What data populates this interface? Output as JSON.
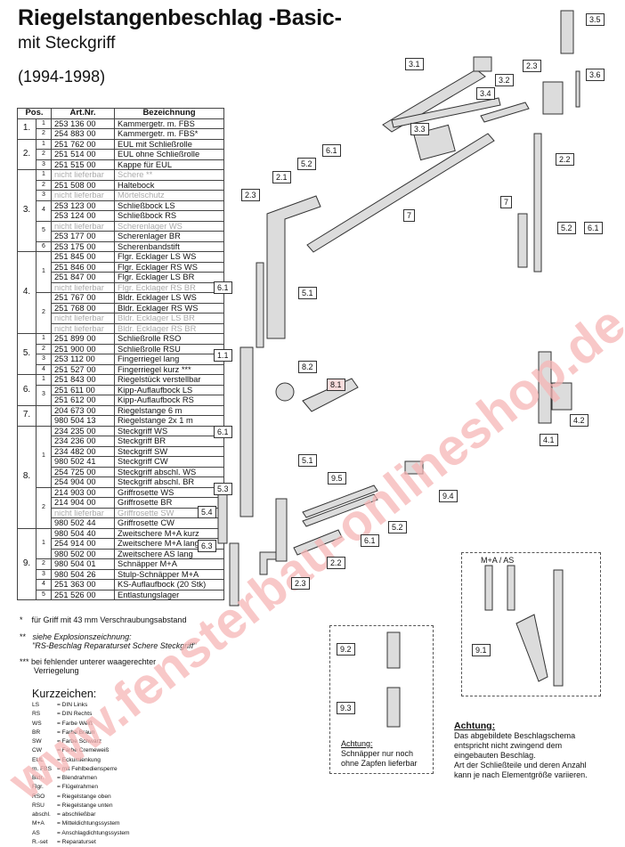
{
  "header": {
    "title": "Riegelstangenbeschlag -Basic-",
    "subtitle": "mit Steckgriff",
    "years": "(1994-1998)"
  },
  "table": {
    "headers": [
      "Pos.",
      "Art.Nr.",
      "Bezeichnung"
    ],
    "rows": [
      {
        "pos": "1.",
        "sub": "1",
        "art": "253 136 00",
        "bez": "Kammergetr. m. FBS",
        "grey": false
      },
      {
        "pos": "",
        "sub": "2",
        "art": "254 883 00",
        "bez": "Kammergetr. m. FBS*",
        "grey": false
      },
      {
        "pos": "2.",
        "sub": "1",
        "art": "251 762 00",
        "bez": "EUL mit Schließrolle",
        "grey": false
      },
      {
        "pos": "",
        "sub": "2",
        "art": "251 514 00",
        "bez": "EUL ohne Schließrolle",
        "grey": false
      },
      {
        "pos": "",
        "sub": "3",
        "art": "251 515 00",
        "bez": "Kappe für EUL",
        "grey": false
      },
      {
        "pos": "3.",
        "sub": "1",
        "art": "nicht lieferbar",
        "bez": "Schere **",
        "grey": true
      },
      {
        "pos": "",
        "sub": "2",
        "art": "251 508 00",
        "bez": "Haltebock",
        "grey": false
      },
      {
        "pos": "",
        "sub": "3",
        "art": "nicht lieferbar",
        "bez": "Mörtelschutz",
        "grey": true
      },
      {
        "pos": "",
        "sub": "4",
        "art": "253 123 00",
        "bez": "Schließbock LS",
        "grey": false
      },
      {
        "pos": "",
        "sub": "",
        "art": "253 124 00",
        "bez": "Schließbock RS",
        "grey": false
      },
      {
        "pos": "",
        "sub": "5",
        "art": "nicht lieferbar",
        "bez": "Scherenlager WS",
        "grey": true
      },
      {
        "pos": "",
        "sub": "",
        "art": "253 177 00",
        "bez": "Scherenlager BR",
        "grey": false
      },
      {
        "pos": "",
        "sub": "6",
        "art": "253 175 00",
        "bez": "Scherenbandstift",
        "grey": false
      },
      {
        "pos": "4.",
        "sub": "1",
        "art": "251 845 00",
        "bez": "Flgr. Ecklager LS WS",
        "grey": false
      },
      {
        "pos": "",
        "sub": "",
        "art": "251 846 00",
        "bez": "Flgr. Ecklager RS WS",
        "grey": false
      },
      {
        "pos": "",
        "sub": "",
        "art": "251 847 00",
        "bez": "Flgr. Ecklager LS BR",
        "grey": false
      },
      {
        "pos": "",
        "sub": "",
        "art": "nicht lieferbar",
        "bez": "Flgr. Ecklager RS BR",
        "grey": true
      },
      {
        "pos": "",
        "sub": "2",
        "art": "251 767 00",
        "bez": "Bldr. Ecklager LS WS",
        "grey": false
      },
      {
        "pos": "",
        "sub": "",
        "art": "251 768 00",
        "bez": "Bldr. Ecklager RS WS",
        "grey": false
      },
      {
        "pos": "",
        "sub": "",
        "art": "nicht lieferbar",
        "bez": "Bldr. Ecklager LS BR",
        "grey": true
      },
      {
        "pos": "",
        "sub": "",
        "art": "nicht lieferbar",
        "bez": "Bldr. Ecklager RS BR",
        "grey": true
      },
      {
        "pos": "5.",
        "sub": "1",
        "art": "251 899 00",
        "bez": "Schließrolle RSO",
        "grey": false
      },
      {
        "pos": "",
        "sub": "2",
        "art": "251 900 00",
        "bez": "Schließrolle RSU",
        "grey": false
      },
      {
        "pos": "",
        "sub": "3",
        "art": "253 112 00",
        "bez": "Fingerriegel lang",
        "grey": false
      },
      {
        "pos": "",
        "sub": "4",
        "art": "251 527 00",
        "bez": "Fingerriegel kurz ***",
        "grey": false
      },
      {
        "pos": "6.",
        "sub": "1",
        "art": "251 843 00",
        "bez": "Riegelstück verstellbar",
        "grey": false
      },
      {
        "pos": "",
        "sub": "3",
        "art": "251 611 00",
        "bez": "Kipp-Auflaufbock LS",
        "grey": false
      },
      {
        "pos": "",
        "sub": "",
        "art": "251 612 00",
        "bez": "Kipp-Auflaufbock RS",
        "grey": false
      },
      {
        "pos": "7.",
        "sub": "",
        "art": "204 673 00",
        "bez": "Riegelstange 6 m",
        "grey": false
      },
      {
        "pos": "",
        "sub": "",
        "art": "980 504 13",
        "bez": "Riegelstange 2x 1 m",
        "grey": false
      },
      {
        "pos": "8.",
        "sub": "1",
        "art": "234 235 00",
        "bez": "Steckgriff WS",
        "grey": false
      },
      {
        "pos": "",
        "sub": "",
        "art": "234 236 00",
        "bez": "Steckgriff BR",
        "grey": false
      },
      {
        "pos": "",
        "sub": "",
        "art": "234 482 00",
        "bez": "Steckgriff SW",
        "grey": false
      },
      {
        "pos": "",
        "sub": "",
        "art": "980 502 41",
        "bez": "Steckgriff CW",
        "grey": false
      },
      {
        "pos": "",
        "sub": "",
        "art": "254 725 00",
        "bez": "Steckgriff abschl. WS",
        "grey": false
      },
      {
        "pos": "",
        "sub": "",
        "art": "254 904 00",
        "bez": "Steckgriff abschl. BR",
        "grey": false
      },
      {
        "pos": "",
        "sub": "2",
        "art": "214 903 00",
        "bez": "Griffrosette WS",
        "grey": false
      },
      {
        "pos": "",
        "sub": "",
        "art": "214 904 00",
        "bez": "Griffrosette BR",
        "grey": false
      },
      {
        "pos": "",
        "sub": "",
        "art": "nicht lieferbar",
        "bez": "Griffrosette SW",
        "grey": true
      },
      {
        "pos": "",
        "sub": "",
        "art": "980 502 44",
        "bez": "Griffrosette CW",
        "grey": false
      },
      {
        "pos": "9.",
        "sub": "1",
        "art": "980 504 40",
        "bez": "Zweitschere M+A kurz",
        "grey": false
      },
      {
        "pos": "",
        "sub": "",
        "art": "254 914 00",
        "bez": "Zweitschere M+A lang",
        "grey": false
      },
      {
        "pos": "",
        "sub": "",
        "art": "980 502 00",
        "bez": "Zweitschere AS lang",
        "grey": false
      },
      {
        "pos": "",
        "sub": "2",
        "art": "980 504 01",
        "bez": "Schnäpper M+A",
        "grey": false
      },
      {
        "pos": "",
        "sub": "3",
        "art": "980 504 26",
        "bez": "Stulp-Schnäpper M+A",
        "grey": false
      },
      {
        "pos": "",
        "sub": "4",
        "art": "251 363 00",
        "bez": "KS-Auflaufbock (20 Stk)",
        "grey": false
      },
      {
        "pos": "",
        "sub": "5",
        "art": "251 526 00",
        "bez": "Entlastungslager",
        "grey": false
      }
    ]
  },
  "footnotes": {
    "f1_mark": "*",
    "f1": "für Griff mit 43 mm Verschraubungsabstand",
    "f2_mark": "**",
    "f2_line1": "siehe Explosionszeichnung:",
    "f2_line2": "\"RS-Beschlag Reparaturset Schere Steckgriff\"",
    "f3_mark": "***",
    "f3_line1": "bei fehlender unterer waagerechter",
    "f3_line2": "Verriegelung"
  },
  "legend": {
    "title": "Kurzzeichen:",
    "items": [
      {
        "k": "LS",
        "v": "= DIN Links"
      },
      {
        "k": "RS",
        "v": "= DIN Rechts"
      },
      {
        "k": "WS",
        "v": "= Farbe Weiß"
      },
      {
        "k": "BR",
        "v": "= Farbe Braun"
      },
      {
        "k": "SW",
        "v": "= Farbe Schwarz"
      },
      {
        "k": "CW",
        "v": "= Farbe Cremeweiß"
      },
      {
        "k": "EUL",
        "v": "= Eckumlenkung"
      },
      {
        "k": "m. FBS",
        "v": "= mit Fehlbediensperre"
      },
      {
        "k": "Bldr.",
        "v": "= Blendrahmen"
      },
      {
        "k": "Flgr.",
        "v": "= Flügelrahmen"
      },
      {
        "k": "RSO",
        "v": "= Riegelstange oben"
      },
      {
        "k": "RSU",
        "v": "= Riegelstange unten"
      },
      {
        "k": "abschl.",
        "v": "= abschließbar"
      },
      {
        "k": "M+A",
        "v": "= Mitteldichtungssystem"
      },
      {
        "k": "AS",
        "v": "= Anschlagdichtungssystem"
      },
      {
        "k": "R.-set",
        "v": "= Reparaturset"
      }
    ]
  },
  "diagram_labels": {
    "l35": "3.5",
    "l31": "3.1",
    "l32": "3.2",
    "l23a": "2.3",
    "l36": "3.6",
    "l34": "3.4",
    "l33": "3.3",
    "l22a": "2.2",
    "l61a": "6.1",
    "l52a": "5.2",
    "l21": "2.1",
    "l23b": "2.3",
    "l7a": "7",
    "l7b": "7",
    "l52b": "5.2",
    "l61b": "6.1",
    "l61c": "6.1",
    "l51a": "5.1",
    "l11": "1.1",
    "l82": "8.2",
    "l81": "8.1",
    "l42": "4.2",
    "l41": "4.1",
    "l61d": "6.1",
    "l51b": "5.1",
    "l95": "9.5",
    "l94": "9.4",
    "l53": "5.3",
    "l54": "5.4",
    "l52c": "5.2",
    "l61e": "6.1",
    "l63": "6.3",
    "l22b": "2.2",
    "l23c": "2.3",
    "l92": "9.2",
    "l93": "9.3",
    "l91": "9.1"
  },
  "box_right_title": "M+A  /  AS",
  "achtung_small": {
    "title": "Achtung:",
    "line1": "Schnäpper nur noch",
    "line2": "ohne Zapfen lieferbar"
  },
  "achtung_big": {
    "title": "Achtung:",
    "line1": "Das abgebildete Beschlagschema",
    "line2": "entspricht nicht zwingend dem",
    "line3": "eingebauten Beschlag.",
    "line4": "Art der Schließteile und deren Anzahl",
    "line5": "kann je nach Elementgröße variieren."
  },
  "watermark": "www.fensterbau-onlineshop.de",
  "colors": {
    "watermark": "#f5b5b5",
    "grey_text": "#aaaaaa",
    "part_fill": "#dcdcdc",
    "part_stroke": "#333333"
  }
}
